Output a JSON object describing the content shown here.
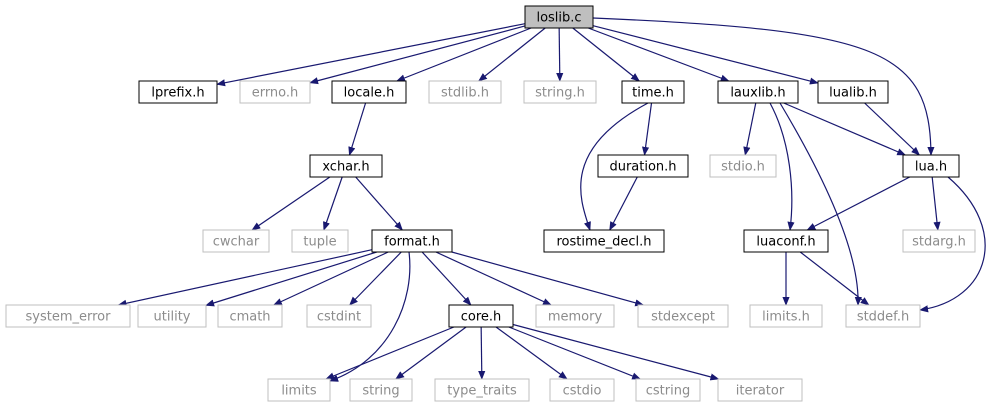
{
  "graph": {
    "root": "loslib.c",
    "colors": {
      "edge": "#191970",
      "root_fill": "#bfbfbf",
      "local_border": "#000000",
      "system_border": "#bfbfbf",
      "system_text": "#8c8c8c"
    },
    "nodes": [
      {
        "id": "loslib",
        "label": "loslib.c",
        "kind": "root"
      },
      {
        "id": "lprefix",
        "label": "lprefix.h",
        "kind": "local"
      },
      {
        "id": "errno",
        "label": "errno.h",
        "kind": "system"
      },
      {
        "id": "locale",
        "label": "locale.h",
        "kind": "local"
      },
      {
        "id": "stdlib",
        "label": "stdlib.h",
        "kind": "system"
      },
      {
        "id": "string_h",
        "label": "string.h",
        "kind": "system"
      },
      {
        "id": "time",
        "label": "time.h",
        "kind": "local"
      },
      {
        "id": "lauxlib",
        "label": "lauxlib.h",
        "kind": "local"
      },
      {
        "id": "lualib",
        "label": "lualib.h",
        "kind": "local"
      },
      {
        "id": "xchar",
        "label": "xchar.h",
        "kind": "local"
      },
      {
        "id": "duration",
        "label": "duration.h",
        "kind": "local"
      },
      {
        "id": "stdio_h",
        "label": "stdio.h",
        "kind": "system"
      },
      {
        "id": "lua",
        "label": "lua.h",
        "kind": "local"
      },
      {
        "id": "cwchar",
        "label": "cwchar",
        "kind": "system"
      },
      {
        "id": "tuple",
        "label": "tuple",
        "kind": "system"
      },
      {
        "id": "format",
        "label": "format.h",
        "kind": "local"
      },
      {
        "id": "rostime",
        "label": "rostime_decl.h",
        "kind": "local"
      },
      {
        "id": "luaconf",
        "label": "luaconf.h",
        "kind": "local"
      },
      {
        "id": "stdarg",
        "label": "stdarg.h",
        "kind": "system"
      },
      {
        "id": "system_error",
        "label": "system_error",
        "kind": "system"
      },
      {
        "id": "utility",
        "label": "utility",
        "kind": "system"
      },
      {
        "id": "cmath",
        "label": "cmath",
        "kind": "system"
      },
      {
        "id": "cstdint",
        "label": "cstdint",
        "kind": "system"
      },
      {
        "id": "core",
        "label": "core.h",
        "kind": "local"
      },
      {
        "id": "memory",
        "label": "memory",
        "kind": "system"
      },
      {
        "id": "stdexcept",
        "label": "stdexcept",
        "kind": "system"
      },
      {
        "id": "limits_h",
        "label": "limits.h",
        "kind": "system"
      },
      {
        "id": "stddef",
        "label": "stddef.h",
        "kind": "system"
      },
      {
        "id": "limits",
        "label": "limits",
        "kind": "system"
      },
      {
        "id": "string",
        "label": "string",
        "kind": "system"
      },
      {
        "id": "type_traits",
        "label": "type_traits",
        "kind": "system"
      },
      {
        "id": "cstdio",
        "label": "cstdio",
        "kind": "system"
      },
      {
        "id": "cstring",
        "label": "cstring",
        "kind": "system"
      },
      {
        "id": "iterator",
        "label": "iterator",
        "kind": "system"
      }
    ],
    "edges": [
      [
        "loslib",
        "lprefix"
      ],
      [
        "loslib",
        "errno"
      ],
      [
        "loslib",
        "locale"
      ],
      [
        "loslib",
        "stdlib"
      ],
      [
        "loslib",
        "string_h"
      ],
      [
        "loslib",
        "time"
      ],
      [
        "loslib",
        "lauxlib"
      ],
      [
        "loslib",
        "lualib"
      ],
      [
        "loslib",
        "lua"
      ],
      [
        "locale",
        "xchar"
      ],
      [
        "xchar",
        "cwchar"
      ],
      [
        "xchar",
        "tuple"
      ],
      [
        "xchar",
        "format"
      ],
      [
        "format",
        "system_error"
      ],
      [
        "format",
        "utility"
      ],
      [
        "format",
        "cmath"
      ],
      [
        "format",
        "cstdint"
      ],
      [
        "format",
        "core"
      ],
      [
        "format",
        "memory"
      ],
      [
        "format",
        "stdexcept"
      ],
      [
        "format",
        "limits"
      ],
      [
        "core",
        "limits"
      ],
      [
        "core",
        "string"
      ],
      [
        "core",
        "type_traits"
      ],
      [
        "core",
        "cstdio"
      ],
      [
        "core",
        "cstring"
      ],
      [
        "core",
        "iterator"
      ],
      [
        "time",
        "duration"
      ],
      [
        "time",
        "rostime"
      ],
      [
        "duration",
        "rostime"
      ],
      [
        "lauxlib",
        "stdio_h"
      ],
      [
        "lauxlib",
        "lua"
      ],
      [
        "lauxlib",
        "luaconf"
      ],
      [
        "lauxlib",
        "stddef"
      ],
      [
        "lualib",
        "lua"
      ],
      [
        "lua",
        "luaconf"
      ],
      [
        "lua",
        "stdarg"
      ],
      [
        "lua",
        "stddef"
      ],
      [
        "luaconf",
        "limits_h"
      ],
      [
        "luaconf",
        "stddef"
      ]
    ]
  }
}
